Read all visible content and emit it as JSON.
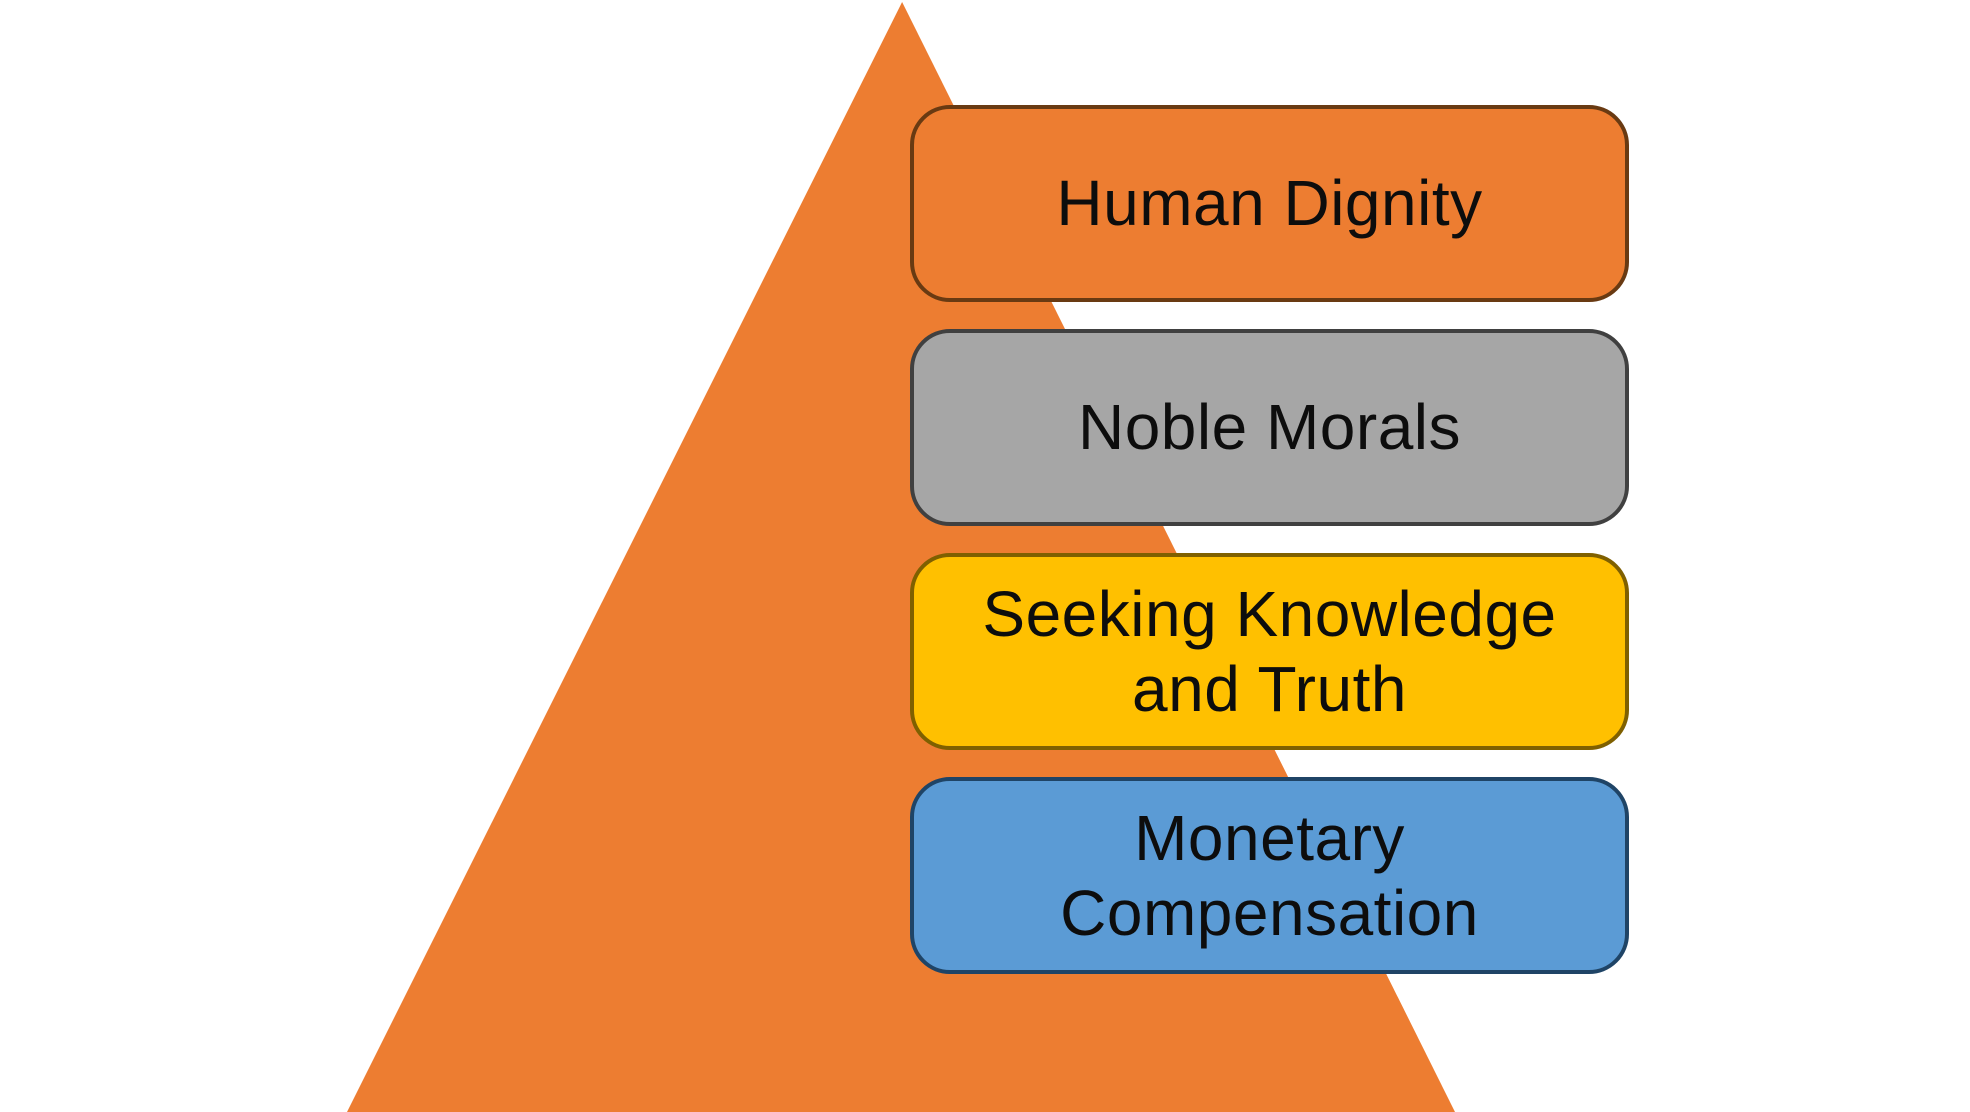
{
  "diagram": {
    "kind": "pyramid-with-levels",
    "pyramid": {
      "shape": "triangle",
      "fill": "#ED7D31"
    },
    "levels": [
      {
        "label": "Human Dignity",
        "fill": "#ED7D31",
        "border": "#693A12"
      },
      {
        "label": "Noble Morals",
        "fill": "#A6A6A6",
        "border": "#404040"
      },
      {
        "label": "Seeking Knowledge and Truth",
        "fill": "#FFC000",
        "border": "#7F6000"
      },
      {
        "label": "Monetary Compensation",
        "fill": "#5B9BD5",
        "border": "#1F4466"
      }
    ],
    "text_color": "#0d0d0d",
    "background_color": "#ffffff"
  }
}
